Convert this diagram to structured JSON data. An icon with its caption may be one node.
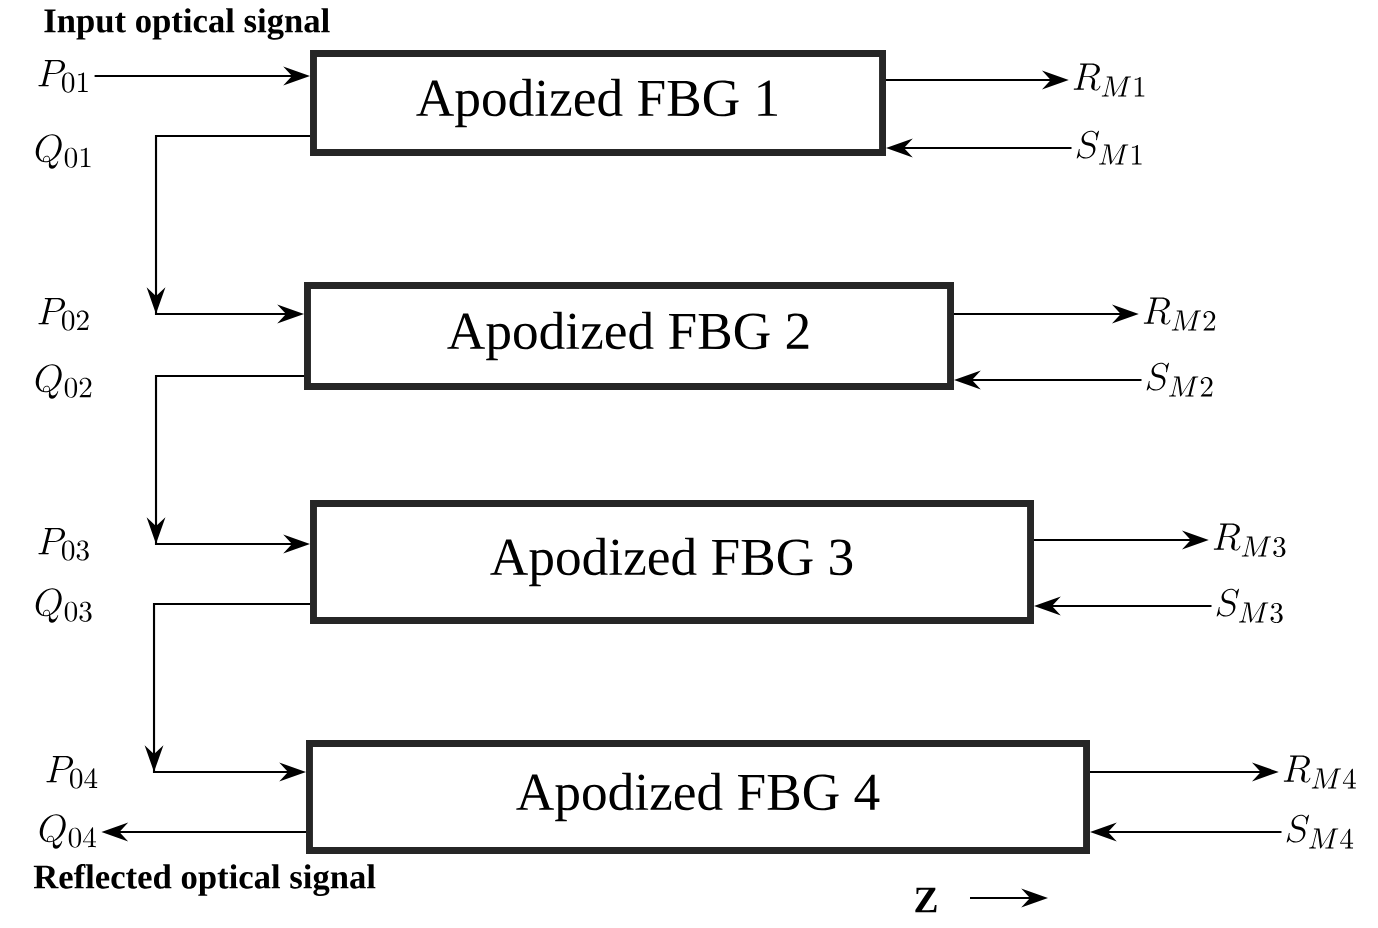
{
  "diagram": {
    "nodes": [
      {
        "text": [
          "Apodized FBG 1"
        ]
      },
      {
        "text": [
          "Apodized FBG 2"
        ]
      },
      {
        "text": [
          "Apodized FBG 3"
        ]
      },
      {
        "text": [
          "Apodized FBG 4"
        ]
      },
      {
        "text": [
          "P_{01}"
        ]
      },
      {
        "text": [
          "Q_{04}"
        ]
      },
      {
        "text": [
          "R_{M1}"
        ]
      },
      {
        "text": [
          "R_{M2}"
        ]
      },
      {
        "text": [
          "R_{M3}"
        ]
      },
      {
        "text": [
          "R_{M4}"
        ]
      },
      {
        "text": [
          "S_{M1}"
        ]
      },
      {
        "text": [
          "S_{M2}"
        ]
      },
      {
        "text": [
          "S_{M3}"
        ]
      },
      {
        "text": [
          "S_{M4}"
        ]
      }
    ],
    "edges": [
      {
        "from": 4,
        "to": 0,
        "arrow": "to"
      },
      {
        "from": 0,
        "to": 1,
        "arrow": "to"
      },
      {
        "from": 1,
        "to": 2,
        "arrow": "to"
      },
      {
        "from": 2,
        "to": 3,
        "arrow": "to"
      },
      {
        "from": 3,
        "to": 5,
        "arrow": "to"
      },
      {
        "from": 0,
        "to": 6,
        "arrow": "to"
      },
      {
        "from": 1,
        "to": 7,
        "arrow": "to"
      },
      {
        "from": 2,
        "to": 8,
        "arrow": "to"
      },
      {
        "from": 3,
        "to": 9,
        "arrow": "to"
      },
      {
        "from": 10,
        "to": 0,
        "arrow": "to"
      },
      {
        "from": 11,
        "to": 1,
        "arrow": "to"
      },
      {
        "from": 12,
        "to": 2,
        "arrow": "to"
      },
      {
        "from": 13,
        "to": 3,
        "arrow": "to"
      }
    ],
    "labels": [
      "Input optical signal",
      "Q_{01}",
      "P_{02}",
      "Q_{02}",
      "P_{03}",
      "Q_{03}",
      "P_{04}",
      "Reflected optical signal",
      "Z"
    ]
  }
}
